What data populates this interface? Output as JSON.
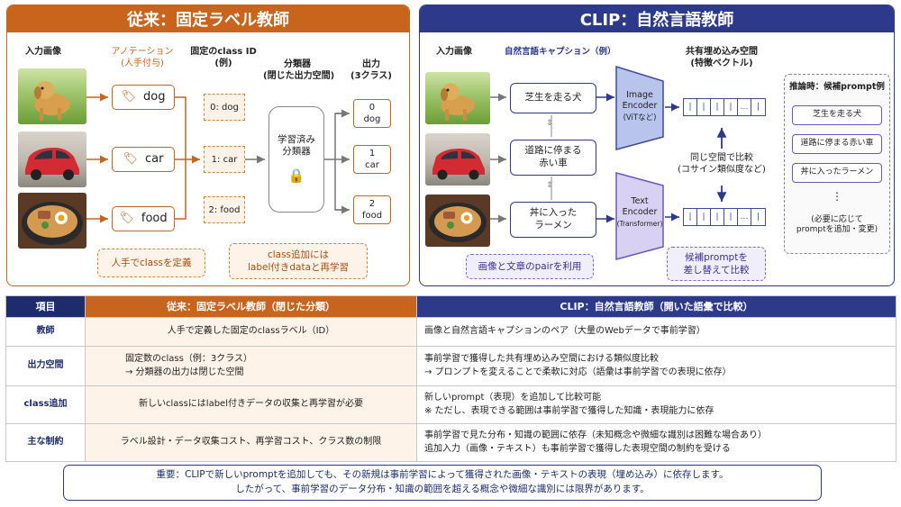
{
  "left": {
    "title": "従来：固定ラベル教師",
    "col_input": "入力画像",
    "col_annot": "アノテーション\n(人手付与)",
    "col_classid": "固定のclass ID\n(例)",
    "col_classifier": "分類器\n(閉じた出力空間)",
    "col_output": "出力\n(3クラス)",
    "labels": [
      "dog",
      "car",
      "food"
    ],
    "ids": [
      "0: dog",
      "1: car",
      "2: food"
    ],
    "classifier": "学習済み\n分類器",
    "outputs": [
      "0\ndog",
      "1\ncar",
      "2\nfood"
    ],
    "note1": "人手でclassを定義",
    "note2": "class追加には\nlabel付きdataと再学習"
  },
  "right": {
    "title": "CLIP：自然言語教師",
    "col_input": "入力画像",
    "col_caption": "自然言語キャプション（例）",
    "col_embed": "共有埋め込み空間\n(特徴ベクトル)",
    "captions": [
      "芝生を走る犬",
      "道路に停まる\n赤い車",
      "丼に入った\nラーメン"
    ],
    "image_encoder": "Image\nEncoder",
    "image_encoder_sub": "(ViTなど)",
    "text_encoder": "Text\nEncoder",
    "text_encoder_sub": "(Transformer)",
    "vector_dots": "…",
    "compare": "同じ空間で比較\n(コサイン類似度など)",
    "note1": "画像と文章のpairを利用",
    "note2": "候補promptを\n差し替えて比較",
    "inference_title": "推論時：候補prompt例",
    "prompts": [
      "芝生を走る犬",
      "道路に停まる赤い車",
      "丼に入ったラーメン"
    ],
    "prompt_dots": "⋮",
    "prompt_note": "(必要に応じて\npromptを追加・変更)"
  },
  "table": {
    "headers": [
      "項目",
      "従来：固定ラベル教師（閉じた分類）",
      "CLIP：自然言語教師（開いた語彙で比較）"
    ],
    "rows": [
      {
        "item": "教師",
        "left": "人手で定義した固定のclassラベル（ID）",
        "right": "画像と自然言語キャプションのペア（大量のWebデータで事前学習）"
      },
      {
        "item": "出力空間",
        "left": "固定数のclass（例：3クラス）\n→ 分類器の出力は閉じた空間",
        "right": "事前学習で獲得した共有埋め込み空間における類似度比較\n→ プロンプトを変えることで柔軟に対応（語彙は事前学習での表現に依存）"
      },
      {
        "item": "class追加",
        "left": "新しいclassにはlabel付きデータの収集と再学習が必要",
        "right": "新しいprompt（表現）を追加して比較可能\n※ ただし、表現できる範囲は事前学習で獲得した知識・表現能力に依存"
      },
      {
        "item": "主な制約",
        "left": "ラベル設計・データ収集コスト、再学習コスト、クラス数の制限",
        "right": "事前学習で見た分布・知識の範囲に依存（未知概念や微細な識別は困難な場合あり）\n追加入力（画像・テキスト）も事前学習で獲得した表現空間の制約を受ける"
      }
    ]
  },
  "note": {
    "line1": "重要：CLIPで新しいpromptを追加しても、その新規は事前学習によって獲得された画像・テキストの表現（埋め込み）に依存します。",
    "line2": "したがって、事前学習のデータ分布・知識の範囲を超える概念や微細な識別には限界があります。"
  },
  "colors": {
    "left_accent": "#c8641c",
    "right_accent": "#2d3a8c",
    "encoder_fill": "#b9c4ec"
  }
}
